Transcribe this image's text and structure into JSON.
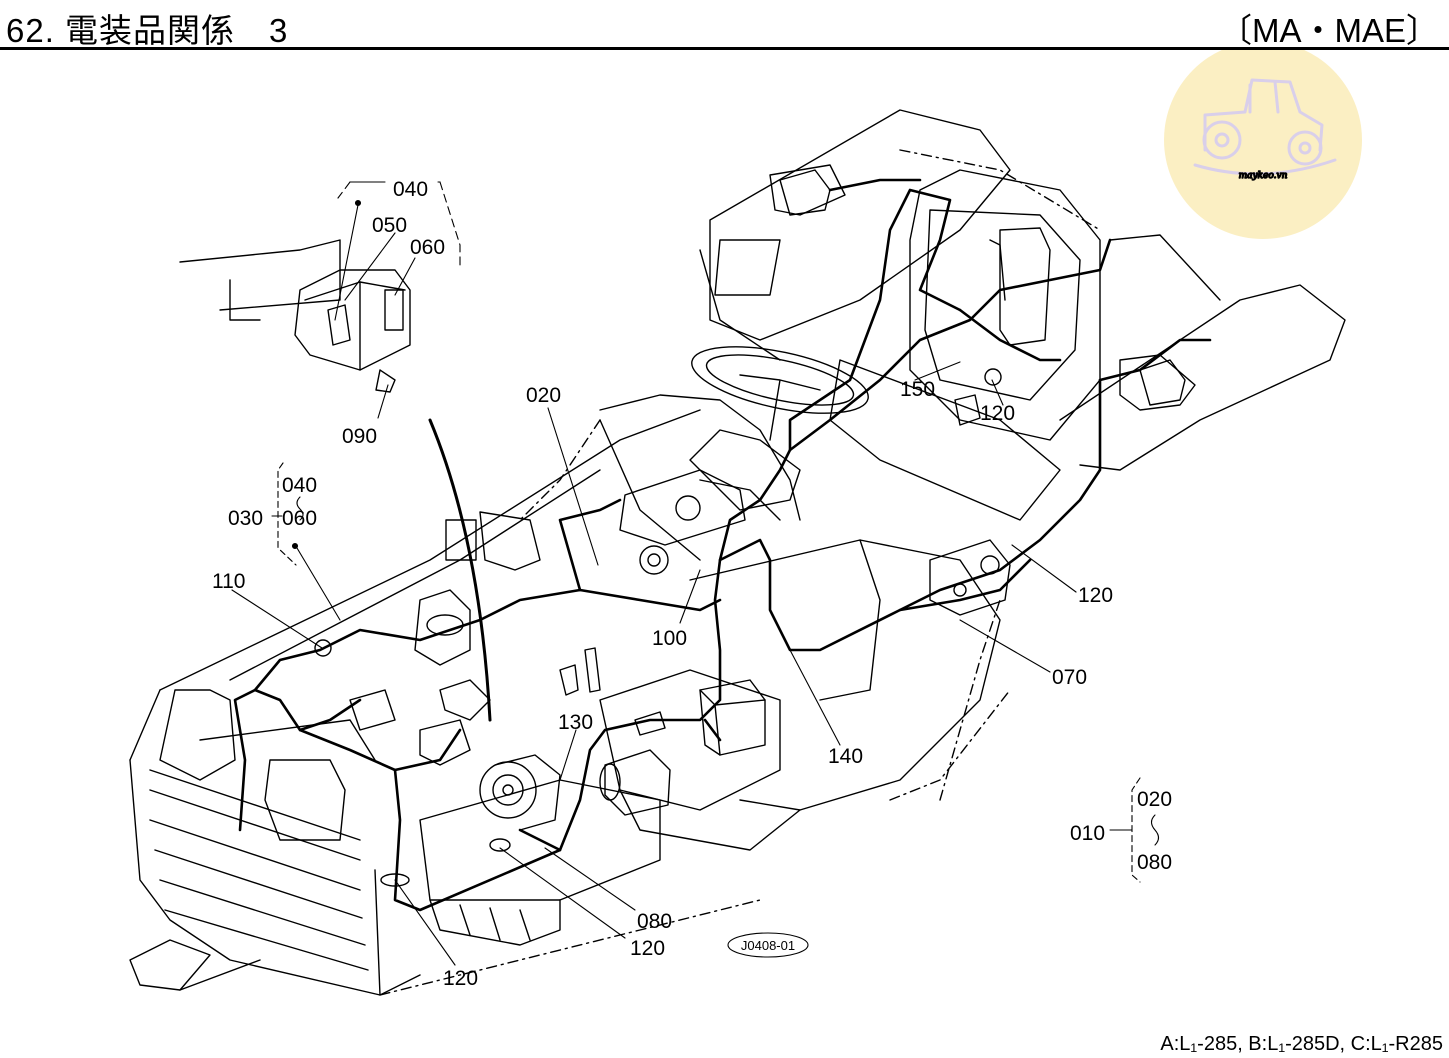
{
  "page": {
    "title": "62. 電装品関係　3",
    "model_code": "〔MA・MAE〕",
    "applicable_models": "A:L₁-285, B:L₁-285D, C:L₁-R285"
  },
  "diagram": {
    "reference_code": "J0408-01",
    "watermark_text": "maykeo.vn",
    "callouts": [
      {
        "id": "040a",
        "text": "040"
      },
      {
        "id": "050",
        "text": "050"
      },
      {
        "id": "060a",
        "text": "060"
      },
      {
        "id": "090",
        "text": "090"
      },
      {
        "id": "020",
        "text": "020"
      },
      {
        "id": "030",
        "text": "030"
      },
      {
        "id": "040b",
        "text": "040"
      },
      {
        "id": "060b",
        "text": "060"
      },
      {
        "id": "110",
        "text": "110"
      },
      {
        "id": "100",
        "text": "100"
      },
      {
        "id": "150",
        "text": "150"
      },
      {
        "id": "120a",
        "text": "120"
      },
      {
        "id": "120b",
        "text": "120"
      },
      {
        "id": "070",
        "text": "070"
      },
      {
        "id": "140",
        "text": "140"
      },
      {
        "id": "130",
        "text": "130"
      },
      {
        "id": "080a",
        "text": "080"
      },
      {
        "id": "120c",
        "text": "120"
      },
      {
        "id": "120d",
        "text": "120"
      },
      {
        "id": "010",
        "text": "010"
      },
      {
        "id": "020b",
        "text": "020"
      },
      {
        "id": "080b",
        "text": "080"
      }
    ]
  },
  "colors": {
    "line": "#000000",
    "watermark_fill": "#fbefc3",
    "watermark_stroke": "#d9cfea"
  }
}
